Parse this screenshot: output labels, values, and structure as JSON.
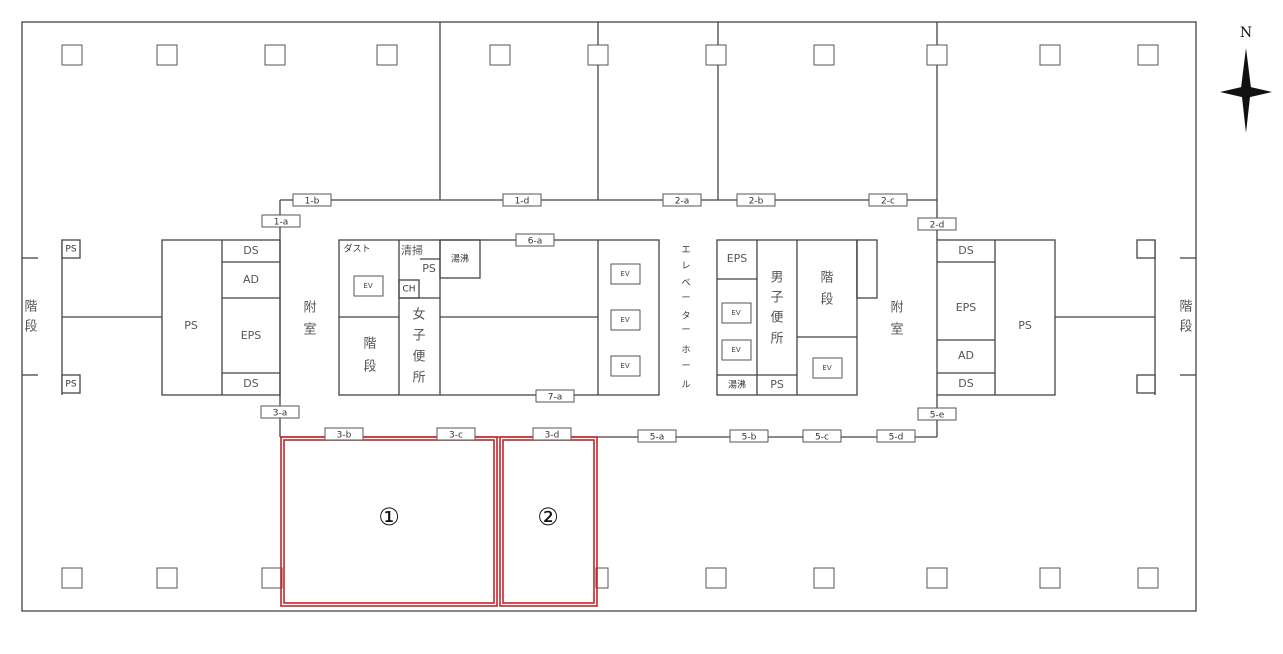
{
  "compass": {
    "label": "N"
  },
  "doors": [
    "1-a",
    "1-b",
    "1-d",
    "2-a",
    "2-b",
    "2-c",
    "2-d",
    "3-a",
    "3-b",
    "3-c",
    "3-d",
    "5-a",
    "5-b",
    "5-c",
    "5-d",
    "5-e",
    "6-a",
    "7-a"
  ],
  "rooms": {
    "ps": "PS",
    "ds": "DS",
    "ad": "AD",
    "eps": "EPS",
    "stairs_v": [
      "階",
      "段"
    ],
    "anteroom": [
      "附",
      "室"
    ],
    "dust": "ダスト",
    "cleaning": "清掃",
    "ch": "CH",
    "kettle": "湯沸",
    "women": [
      "女",
      "子",
      "便",
      "所"
    ],
    "men": [
      "男",
      "子",
      "便",
      "所"
    ],
    "ev": "EV",
    "elevator_hall": [
      "エ",
      "レ",
      "ベ",
      "ー",
      "タ",
      "ー",
      "ホ",
      "ー",
      "ル"
    ]
  },
  "highlighted_areas": [
    {
      "label": "①"
    },
    {
      "label": "②"
    }
  ],
  "colors": {
    "highlight": "#c0272d"
  }
}
